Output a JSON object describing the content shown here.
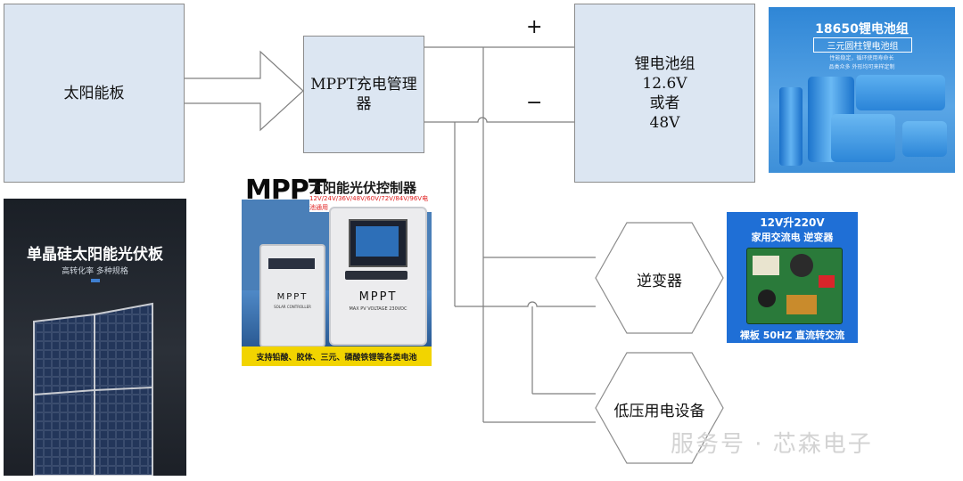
{
  "blocks": {
    "solar_panel": "太阳能板",
    "mppt_manager": "MPPT充电管理器",
    "battery_pack": "锂电池组\n12.6V\n或者\n48V",
    "inverter": "逆变器",
    "low_voltage_load": "低压用电设备"
  },
  "polarity": {
    "plus": "+",
    "minus": "−"
  },
  "images": {
    "solar_panel_photo": {
      "title": "单晶硅太阳能光伏板",
      "subtitle": "高转化率 多种规格"
    },
    "mppt_controller_photo": {
      "brand_large": "MPPT",
      "title": "太阳能光伏控制器",
      "voltage_range": "12V/24V/36V/48V/60V/72V/84V/96V电池通用",
      "unit_small_label": "MPPT",
      "unit_small_sub": "SOLAR CONTROLLER",
      "unit_large_label": "MPPT",
      "unit_large_sub": "MAX PV VOLTAGE 230VDC",
      "footer": "支持铅酸、胶体、三元、磷酸铁锂等各类电池"
    },
    "battery_photo": {
      "title": "18650锂电池组",
      "subtitle": "三元圆柱锂电池组",
      "tagline1": "性能稳定，循环使用寿命长",
      "tagline2": "品类众多 外形均可来样定制"
    },
    "inverter_photo": {
      "line1": "12V升220V",
      "line2": "家用交流电 逆变器",
      "footer": "裸板 50HZ 直流转交流"
    }
  },
  "watermark": "服务号 · 芯森电子",
  "colors": {
    "box_fill": "#dce6f2",
    "box_border": "#8c8c8c",
    "line": "#7f7f7f"
  }
}
